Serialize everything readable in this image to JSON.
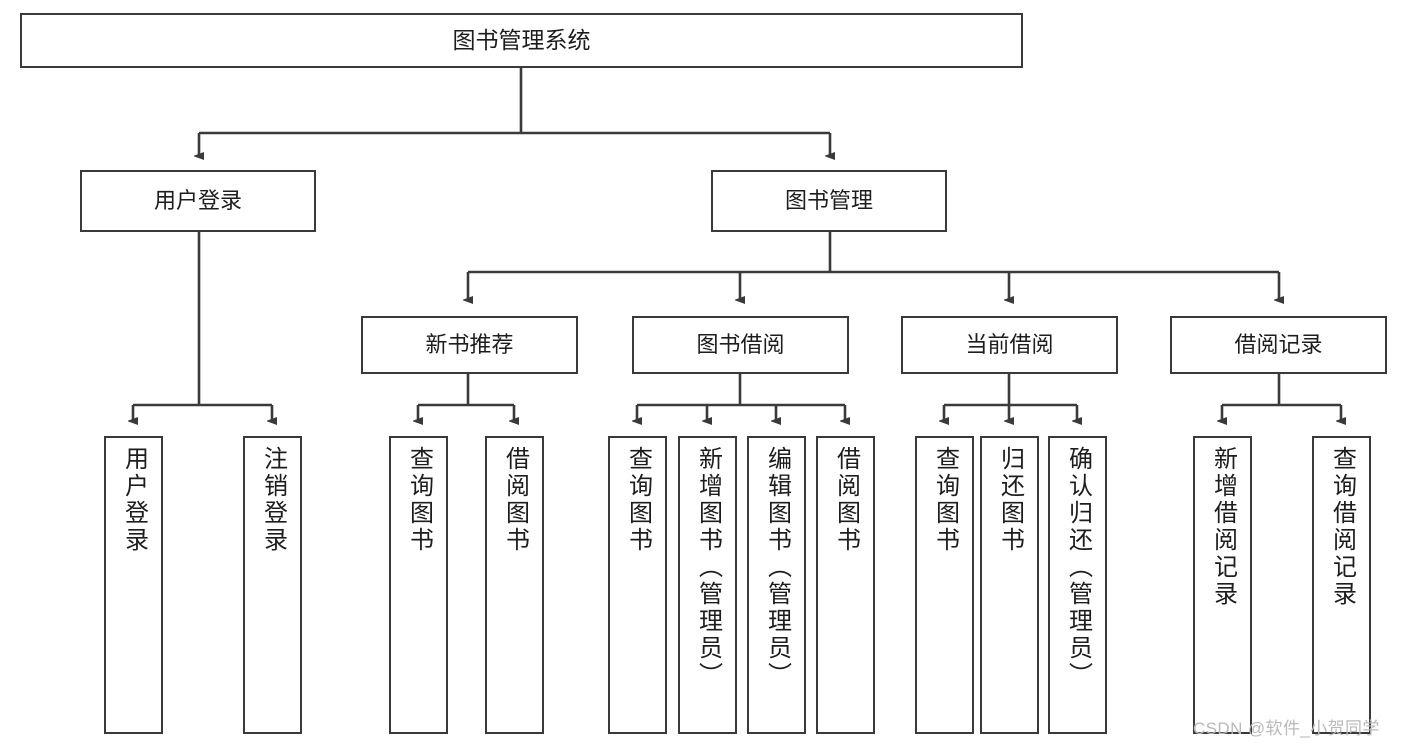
{
  "diagram": {
    "title": "图书管理系统",
    "type": "functional-decomposition-tree",
    "style": {
      "box_border_color": "#3a3a3a",
      "box_fill_color": "#ffffff",
      "line_color": "#3a3a3a",
      "text_color": "#1d1d1d",
      "background": "#ffffff"
    },
    "levels": [
      {
        "level": 1,
        "nodes": [
          {
            "id": "root",
            "label": "图书管理系统",
            "orientation": "horizontal"
          }
        ]
      },
      {
        "level": 2,
        "nodes": [
          {
            "id": "user-login",
            "label": "用户登录",
            "orientation": "horizontal",
            "parent": "root"
          },
          {
            "id": "book-manage",
            "label": "图书管理",
            "orientation": "horizontal",
            "parent": "root"
          }
        ]
      },
      {
        "level": 3,
        "nodes": [
          {
            "id": "new-book-rec",
            "label": "新书推荐",
            "orientation": "horizontal",
            "parent": "book-manage"
          },
          {
            "id": "book-borrow",
            "label": "图书借阅",
            "orientation": "horizontal",
            "parent": "book-manage"
          },
          {
            "id": "current-borrow",
            "label": "当前借阅",
            "orientation": "horizontal",
            "parent": "book-manage"
          },
          {
            "id": "borrow-record",
            "label": "借阅记录",
            "orientation": "horizontal",
            "parent": "book-manage"
          }
        ]
      },
      {
        "level": 4,
        "nodes": [
          {
            "id": "leaf-user-login",
            "label": "用户登录",
            "orientation": "vertical",
            "parent": "user-login"
          },
          {
            "id": "leaf-logout",
            "label": "注销登录",
            "orientation": "vertical",
            "parent": "user-login"
          },
          {
            "id": "leaf-query-book-1",
            "label": "查询图书",
            "orientation": "vertical",
            "parent": "new-book-rec"
          },
          {
            "id": "leaf-borrow-book-1",
            "label": "借阅图书",
            "orientation": "vertical",
            "parent": "new-book-rec"
          },
          {
            "id": "leaf-query-book-2",
            "label": "查询图书",
            "orientation": "vertical",
            "parent": "book-borrow"
          },
          {
            "id": "leaf-add-book",
            "label": "新增图书（管理员）",
            "orientation": "vertical",
            "parent": "book-borrow"
          },
          {
            "id": "leaf-edit-book",
            "label": "编辑图书（管理员）",
            "orientation": "vertical",
            "parent": "book-borrow"
          },
          {
            "id": "leaf-borrow-book-2",
            "label": "借阅图书",
            "orientation": "vertical",
            "parent": "book-borrow"
          },
          {
            "id": "leaf-query-book-3",
            "label": "查询图书",
            "orientation": "vertical",
            "parent": "current-borrow"
          },
          {
            "id": "leaf-return-book",
            "label": "归还图书",
            "orientation": "vertical",
            "parent": "current-borrow"
          },
          {
            "id": "leaf-confirm-return",
            "label": "确认归还（管理员）",
            "orientation": "vertical",
            "parent": "current-borrow"
          },
          {
            "id": "leaf-add-record",
            "label": "新增借阅记录",
            "orientation": "vertical",
            "parent": "borrow-record"
          },
          {
            "id": "leaf-query-record",
            "label": "查询借阅记录",
            "orientation": "vertical",
            "parent": "borrow-record"
          }
        ]
      }
    ]
  },
  "watermark": {
    "text": "CSDN @软件_小贺同学"
  }
}
